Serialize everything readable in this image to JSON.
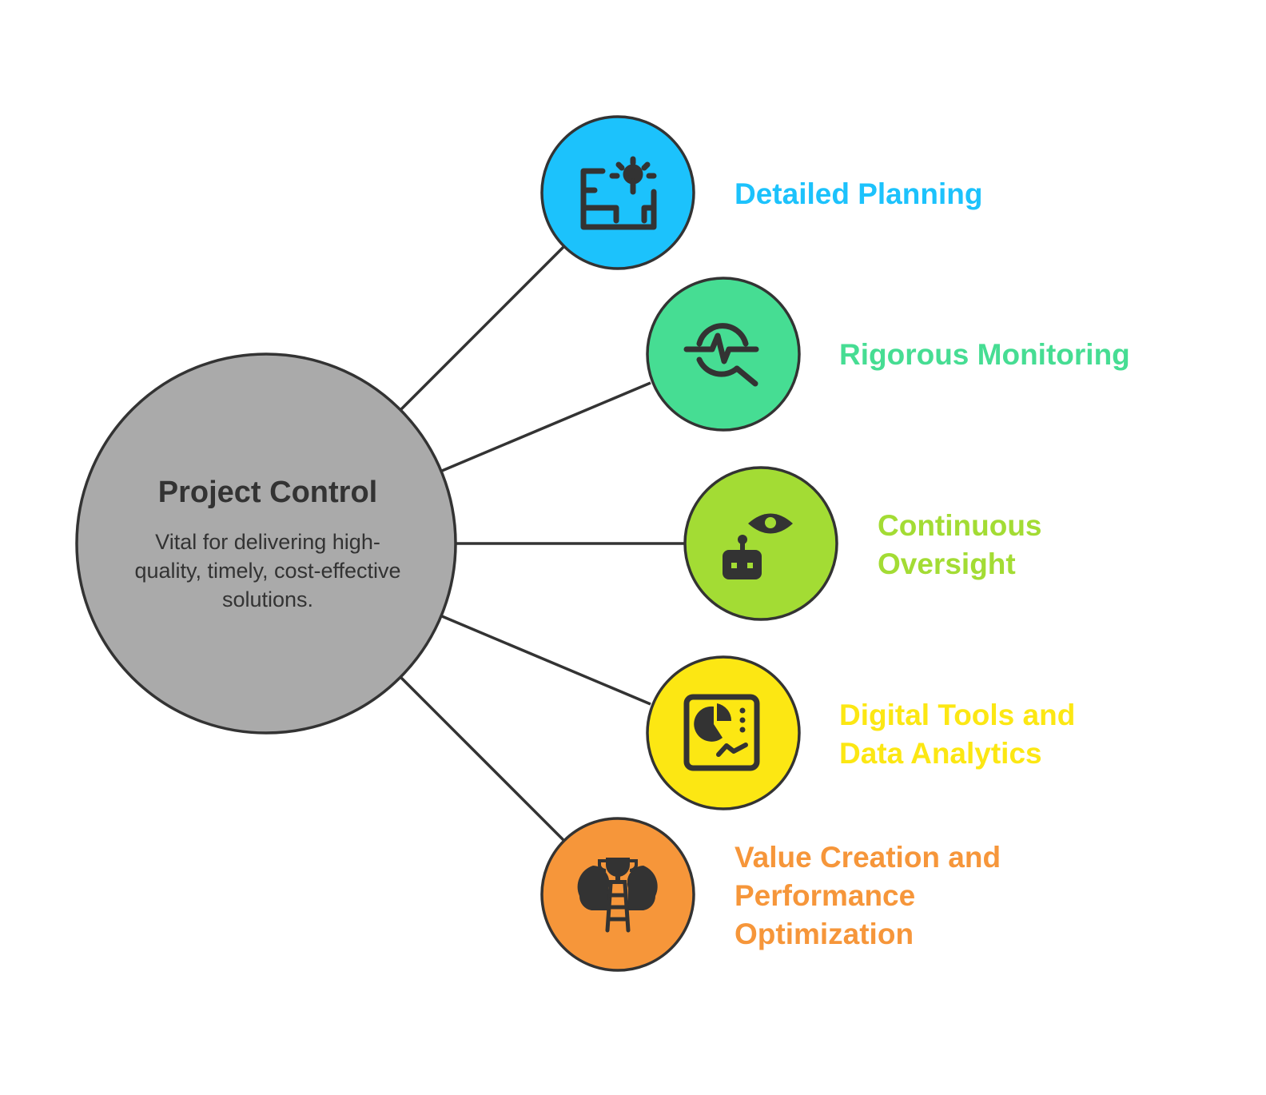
{
  "center": {
    "title": "Project Control",
    "description": "Vital for delivering high-quality, timely, cost-effective solutions."
  },
  "branches": [
    {
      "label": "Detailed Planning",
      "color": "#1cc2fc",
      "icon": "plan-lightbulb-icon"
    },
    {
      "label": "Rigorous Monitoring",
      "color": "#46dd93",
      "icon": "monitoring-magnifier-icon"
    },
    {
      "label": "Continuous\nOversight",
      "color": "#a3dc34",
      "icon": "robot-eye-icon"
    },
    {
      "label": "Digital Tools and\nData Analytics",
      "color": "#fce713",
      "icon": "dashboard-chart-icon"
    },
    {
      "label": "Value Creation and\nPerformance\nOptimization",
      "color": "#f6963a",
      "icon": "trophy-ladder-icon"
    }
  ],
  "colors": {
    "center_fill": "#aaaaaa",
    "stroke": "#333333",
    "text": "#333333"
  }
}
